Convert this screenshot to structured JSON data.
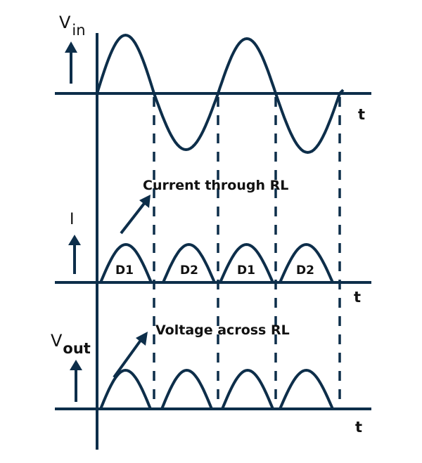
{
  "title": "Full-wave rectifier waveforms",
  "colors": {
    "stroke": "#0d2e4a",
    "text": "#111111"
  },
  "labels": {
    "vin_main": "V",
    "vin_sub": "in",
    "current": "I",
    "vout_main": "V",
    "vout_sub": "out",
    "t_axis": "t",
    "current_annotation": "Current through RL",
    "voltage_annotation": "Voltage across RL"
  },
  "half_cycles": [
    {
      "diode": "D1"
    },
    {
      "diode": "D2"
    },
    {
      "diode": "D1"
    },
    {
      "diode": "D2"
    }
  ]
}
